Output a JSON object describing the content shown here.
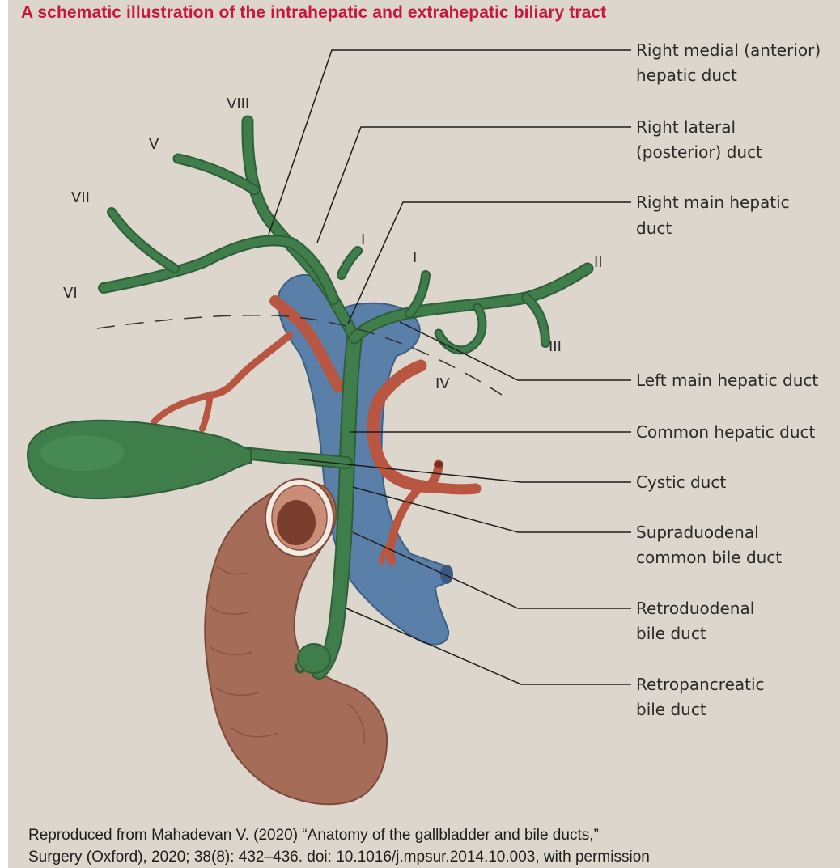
{
  "title": "A schematic illustration of the intrahepatic and extrahepatic biliary tract",
  "labels": {
    "right_medial": [
      "Right medial (anterior)",
      "hepatic duct"
    ],
    "right_lateral": [
      "Right lateral",
      "(posterior) duct"
    ],
    "right_main": [
      "Right main hepatic",
      "duct"
    ],
    "left_main": "Left main hepatic duct",
    "common_hepatic": "Common hepatic duct",
    "cystic": "Cystic duct",
    "supraduodenal": [
      "Supraduodenal",
      "common bile duct"
    ],
    "retroduodenal": [
      "Retroduodenal",
      "bile duct"
    ],
    "retropancreatic": [
      "Retropancreatic",
      "bile duct"
    ]
  },
  "segments": {
    "viii": "VIII",
    "v": "V",
    "vii": "VII",
    "vi": "VI",
    "i_right": "I",
    "i_left": "I",
    "ii": "II",
    "iii": "III",
    "iv": "IV"
  },
  "credit": [
    "Reproduced from Mahadevan V. (2020) “Anatomy of the gallbladder and bile ducts,”",
    "Surgery (Oxford), 2020; 38(8): 432–436. doi: 10.1016/j.mpsur.2014.10.003, with permission"
  ],
  "colors": {
    "title": "#c7173d",
    "bile_duct": "#3f7d4a",
    "artery": "#b85642",
    "portal_vein": "#5a7fa8",
    "duodenum": "#a56d58",
    "background": "#dcd6cc"
  }
}
